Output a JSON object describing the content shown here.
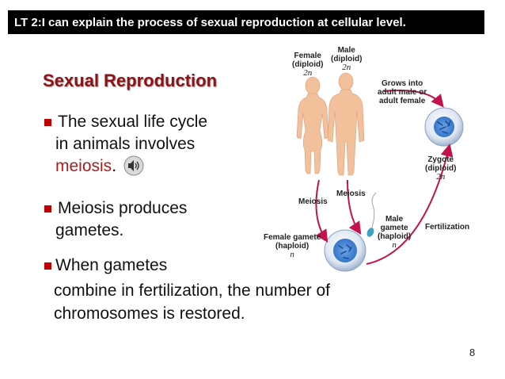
{
  "banner": {
    "text": "LT 2:I can explain the process of sexual reproduction at cellular level."
  },
  "title": "Sexual Reproduction",
  "bullets": [
    {
      "lines": [
        "The sexual life cycle",
        "in animals involves"
      ],
      "highlight": "meiosis",
      "tail": "."
    },
    {
      "lines": [
        "Meiosis produces",
        "gametes."
      ]
    },
    {
      "lines": [
        "When gametes",
        "combine in fertilization, the number of",
        "chromosomes is restored."
      ]
    }
  ],
  "figure": {
    "female_adult": {
      "l1": "Female",
      "l2": "(diploid)",
      "ploidy": "2n"
    },
    "male_adult": {
      "l1": "Male",
      "l2": "(diploid)",
      "ploidy": "2n"
    },
    "grows_into": {
      "l1": "Grows into",
      "l2": "adult male or",
      "l3": "adult female"
    },
    "zygote": {
      "l1": "Zygote",
      "l2": "(diploid)",
      "ploidy": "2n"
    },
    "meiosis_left": "Meiosis",
    "meiosis_right": "Meiosis",
    "male_gamete": {
      "l1": "Male",
      "l2": "gamete",
      "l3": "(haploid)",
      "ploidy": "n"
    },
    "fertilization": "Fertilization",
    "female_gamete": {
      "l1": "Female gamete",
      "l2": "(haploid)",
      "ploidy": "n"
    }
  },
  "colors": {
    "banner_bg": "#000000",
    "title": "#8b1418",
    "bullet": "#c00000",
    "highlight": "#b01c1c",
    "arrow": "#c4124a"
  },
  "page_number": "8"
}
